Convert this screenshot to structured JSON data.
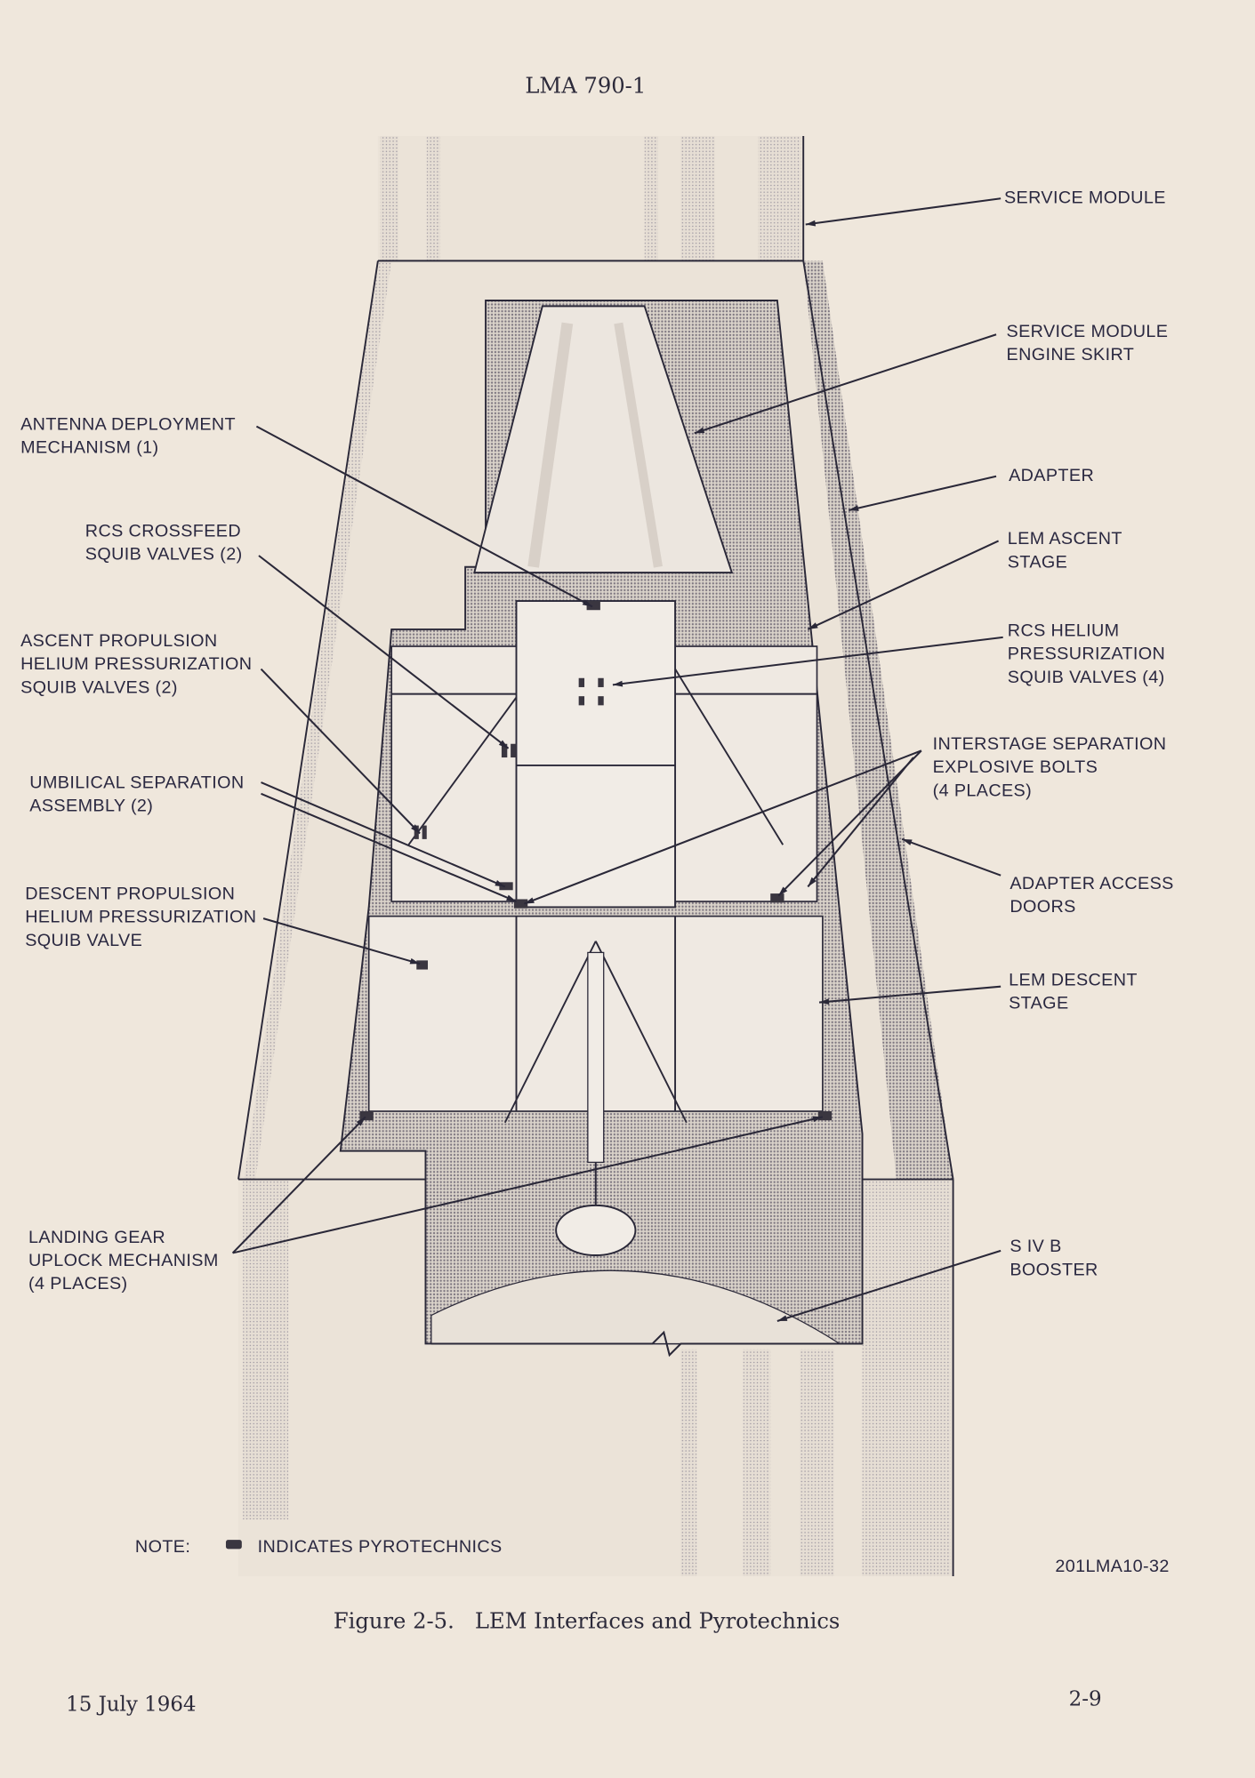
{
  "header": {
    "doc_id": "LMA 790-1"
  },
  "figure": {
    "labels": [
      {
        "id": "service-module",
        "lines": [
          "SERVICE MODULE"
        ]
      },
      {
        "id": "service-module-engine-skirt",
        "lines": [
          "SERVICE MODULE",
          "ENGINE SKIRT"
        ]
      },
      {
        "id": "adapter",
        "lines": [
          "ADAPTER"
        ]
      },
      {
        "id": "lem-ascent-stage",
        "lines": [
          "LEM ASCENT",
          "STAGE"
        ]
      },
      {
        "id": "rcs-helium-squib-valves",
        "lines": [
          "RCS HELIUM",
          "PRESSURIZATION",
          "SQUIB VALVES (4)"
        ]
      },
      {
        "id": "interstage-separation-bolts",
        "lines": [
          "INTERSTAGE SEPARATION",
          "EXPLOSIVE BOLTS",
          "(4 PLACES)"
        ]
      },
      {
        "id": "adapter-access-doors",
        "lines": [
          "ADAPTER ACCESS",
          "DOORS"
        ]
      },
      {
        "id": "lem-descent-stage",
        "lines": [
          "LEM DESCENT",
          "STAGE"
        ]
      },
      {
        "id": "sivb-booster",
        "lines": [
          "S IV B",
          "BOOSTER"
        ]
      },
      {
        "id": "antenna-deployment",
        "lines": [
          "ANTENNA DEPLOYMENT",
          "MECHANISM (1)"
        ]
      },
      {
        "id": "rcs-crossfeed",
        "lines": [
          "RCS CROSSFEED",
          "SQUIB VALVES (2)"
        ]
      },
      {
        "id": "ascent-propulsion",
        "lines": [
          "ASCENT PROPULSION",
          "HELIUM PRESSURIZATION",
          "SQUIB VALVES (2)"
        ]
      },
      {
        "id": "umbilical-separation",
        "lines": [
          "UMBILICAL SEPARATION",
          "ASSEMBLY (2)"
        ]
      },
      {
        "id": "descent-propulsion",
        "lines": [
          "DESCENT PROPULSION",
          "HELIUM PRESSURIZATION",
          "SQUIB VALVE"
        ]
      },
      {
        "id": "landing-gear-uplock",
        "lines": [
          "LANDING GEAR",
          "UPLOCK MECHANISM",
          "(4 PLACES)"
        ]
      }
    ],
    "note_prefix": "NOTE:",
    "note_text": "INDICATES PYROTECHNICS",
    "drawing_number": "201LMA10-32",
    "caption": "Figure 2-5.   LEM Interfaces and Pyrotechnics"
  },
  "footer": {
    "date": "15 July 1964",
    "page_number": "2-9"
  }
}
